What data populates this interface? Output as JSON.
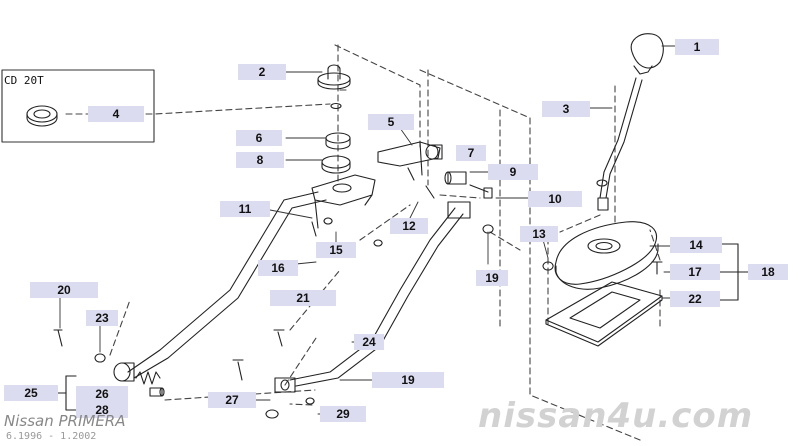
{
  "inset": {
    "label": "CD 20T"
  },
  "footer": {
    "model": "Nissan PRIMERA",
    "years": "6.1996 - 1.2002"
  },
  "watermark": {
    "text": "nissan4u.com"
  },
  "callouts": [
    {
      "id": "c1",
      "text": "1"
    },
    {
      "id": "c2",
      "text": "2"
    },
    {
      "id": "c3",
      "text": "3"
    },
    {
      "id": "c4",
      "text": "4"
    },
    {
      "id": "c5",
      "text": "5"
    },
    {
      "id": "c6",
      "text": "6"
    },
    {
      "id": "c7",
      "text": "7"
    },
    {
      "id": "c8",
      "text": "8"
    },
    {
      "id": "c9",
      "text": "9"
    },
    {
      "id": "c10",
      "text": "10"
    },
    {
      "id": "c11",
      "text": "11"
    },
    {
      "id": "c12",
      "text": "12"
    },
    {
      "id": "c13",
      "text": "13"
    },
    {
      "id": "c14",
      "text": "14"
    },
    {
      "id": "c15",
      "text": "15"
    },
    {
      "id": "c16",
      "text": "16"
    },
    {
      "id": "c17",
      "text": "17"
    },
    {
      "id": "c18",
      "text": "18"
    },
    {
      "id": "c19a",
      "text": "19"
    },
    {
      "id": "c19b",
      "text": "19"
    },
    {
      "id": "c20",
      "text": "20"
    },
    {
      "id": "c21",
      "text": "21"
    },
    {
      "id": "c22",
      "text": "22"
    },
    {
      "id": "c23",
      "text": "23"
    },
    {
      "id": "c24",
      "text": "24"
    },
    {
      "id": "c25",
      "text": "25"
    },
    {
      "id": "c26",
      "text": "26"
    },
    {
      "id": "c27",
      "text": "27"
    },
    {
      "id": "c28",
      "text": "28"
    },
    {
      "id": "c29",
      "text": "29"
    }
  ]
}
